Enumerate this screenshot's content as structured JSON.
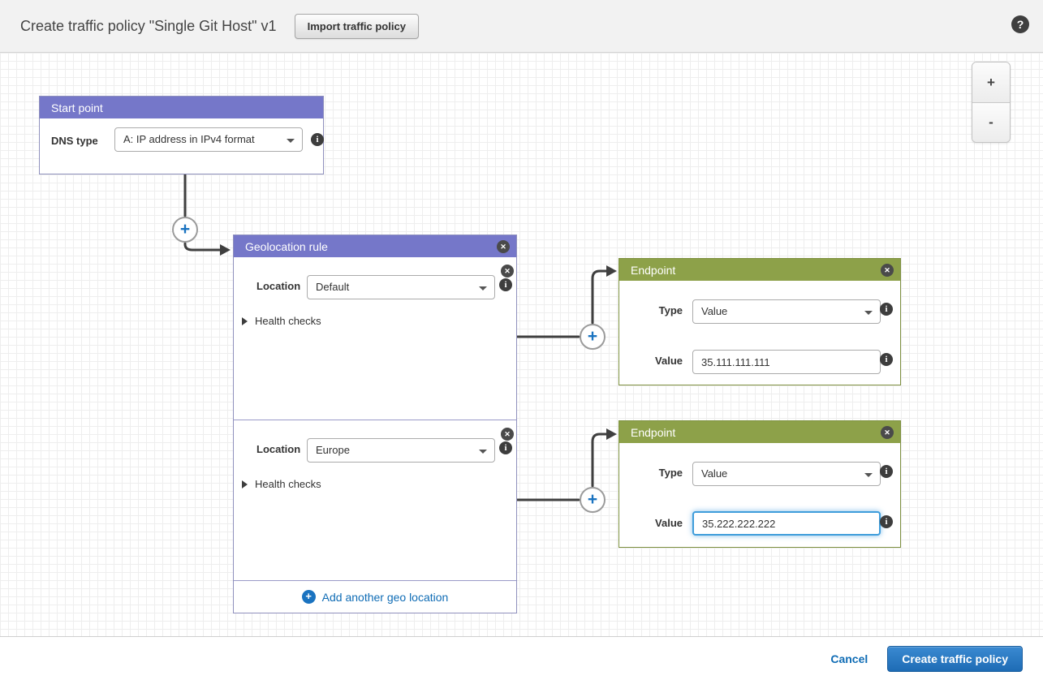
{
  "header": {
    "title": "Create traffic policy \"Single Git Host\" v1",
    "import_button": "Import traffic policy",
    "help_glyph": "?"
  },
  "canvas_controls": {
    "zoom_in": "+",
    "zoom_out": "-"
  },
  "start_point": {
    "title": "Start point",
    "dns_type_label": "DNS type",
    "dns_type_value": "A: IP address in IPv4 format"
  },
  "geolocation_rule": {
    "title": "Geolocation rule",
    "close_glyph": "✕",
    "sections": [
      {
        "location_label": "Location",
        "location_value": "Default",
        "health_checks_label": "Health checks"
      },
      {
        "location_label": "Location",
        "location_value": "Europe",
        "health_checks_label": "Health checks"
      }
    ],
    "add_plus_glyph": "+",
    "add_link": "Add another geo location"
  },
  "endpoints": [
    {
      "title": "Endpoint",
      "type_label": "Type",
      "type_value": "Value",
      "value_label": "Value",
      "value_input": "35.111.111.111"
    },
    {
      "title": "Endpoint",
      "type_label": "Type",
      "type_value": "Value",
      "value_label": "Value",
      "value_input": "35.222.222.222"
    }
  ],
  "connectors": {
    "plus_glyph": "+",
    "info_glyph": "i"
  },
  "footer": {
    "cancel": "Cancel",
    "create_button": "Create traffic policy"
  },
  "colors": {
    "purple_header": "#7577c9",
    "green_header": "#8da149",
    "accent_blue": "#1a73c0",
    "link_blue": "#0f6cb5",
    "connector": "#3f3f3f"
  }
}
